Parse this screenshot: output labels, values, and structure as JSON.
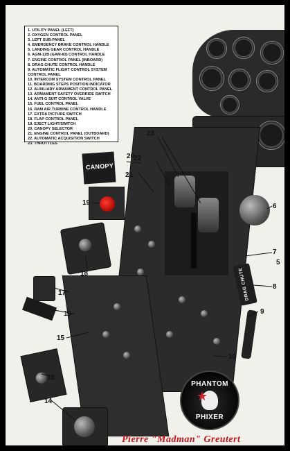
{
  "legend": {
    "items": [
      "1. UTILITY PANEL (LEFT)",
      "2. OXYGEN CONTROL PANEL",
      "3. LEFT SUB-PANEL",
      "4. EMERGENCY BRAKE CONTROL HANDLE",
      "5. LANDING GEAR CONTROL HANDLE",
      "6. AGM-12B (GAM-83) CONTROL HANDLE",
      "7. ENGINE CONTROL PANEL (INBOARD)",
      "8. DRAG CHUTE CONTROL HANDLE",
      "9. AUTOMATIC FLIGHT CONTROL SYSTEM CONTROL PANEL",
      "10. INTERCOM SYSTEM CONTROL PANEL",
      "11. BOARDING STEPS POSITION INDICATOR",
      "12. AUXILIARY ARMAMENT CONTROL PANEL",
      "13. ARMAMENT SAFETY OVERRIDE SWITCH",
      "14. ANTI-G SUIT CONTROL VALVE",
      "15. FUEL CONTROL PANEL",
      "16. RAM AIR TURBINE CONTROL HANDLE",
      "17. EXTRA PICTURE SWITCH",
      "18. FLAP CONTROL PANEL",
      "19. EJECT LIGHT/SWITCH",
      "20. CANOPY SELECTOR",
      "21. ENGINE CONTROL PANEL (OUTBOARD)",
      "22. AUTOMATIC ACQUISITION SWITCH",
      "23. THROTTLES"
    ]
  },
  "callouts": {
    "n5": "5",
    "n6": "6",
    "n7": "7",
    "n8": "8",
    "n9": "9",
    "n10": "10",
    "n13": "13",
    "n14": "14",
    "n15": "15",
    "n16": "16",
    "n17": "17",
    "n18": "18",
    "n19": "19",
    "n20": "20",
    "n21": "21",
    "n22": "22",
    "n23": "23"
  },
  "labels": {
    "canopy": "CANOPY",
    "drag_chute": "DRAG CHUTE"
  },
  "badge": {
    "top": "PHANTOM",
    "bottom": "PHIXER",
    "star_icon": "star-icon",
    "ghost_icon": "ghost-icon"
  },
  "signature": "Pierre \"Madman\" Greutert",
  "colors": {
    "paper": "#f1f0ea",
    "panel": "#272727",
    "signature_red": "#c0141c",
    "eject_red": "#d8140e"
  }
}
